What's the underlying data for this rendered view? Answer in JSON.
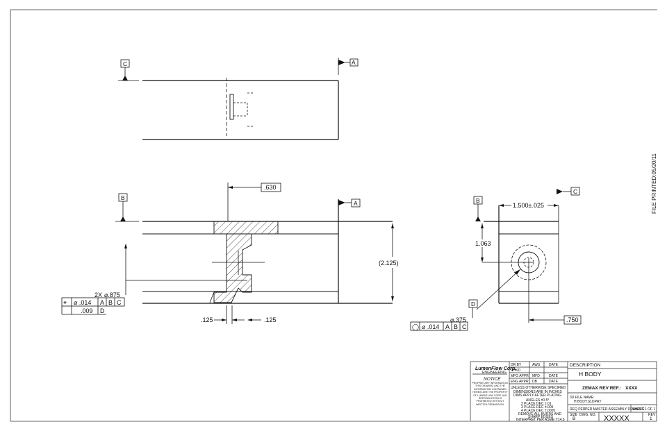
{
  "datum_labels": {
    "A": "A",
    "B": "B",
    "C": "C",
    "D": "D"
  },
  "dimensions": {
    "top_offset": ".630",
    "hole_callout": "2X",
    "hole_diameter": "⌀.875",
    "overall_height": "(2.125)",
    "left_small_1": ".125",
    "left_small_2": ".125",
    "width_tol": "1.500±.025",
    "hole_offset": "1.063",
    "small_hole_dia": "⌀.375",
    "right_offset": ".750"
  },
  "fcf_left": {
    "symbol": "⌖",
    "tolerance": "⌀ .014",
    "datum1": "A",
    "datum2": "B",
    "datum3": "C",
    "second_tolerance": ".009",
    "second_datum": "D"
  },
  "fcf_right": {
    "symbol": "◯",
    "tolerance": "⌀ .014",
    "datum1": "A",
    "datum2": "B",
    "datum3": "C"
  },
  "side_stamp": "FILE PRINTED:05/20/11",
  "title_block": {
    "company": "LumenFlow Corp.",
    "company_sub": "ENGINEERING",
    "notice_heading": "NOTICE",
    "notice_text": "PROPRIETARY INFORMATION. THIS DRAWING AND THE INFORMATION CONTAINED HEREIN ARE THE PROPERTY OF LUMENFLOW CORP. ANY REPRODUCTION IS PROHIBITED WITHOUT WRITTEN PERMISSION.",
    "drawn_by_label": "DR BY",
    "drawn_by": "AWS",
    "date_label": "DATE",
    "chkd_label": "CHKD",
    "mfg_appr_label": "MFG APPR",
    "mfg_appr": "MFD",
    "eng_appr_label": "ENG APPR",
    "eng_appr": "DB",
    "unless_heading": "UNLESS OTHERWISE SPECIFIED",
    "unless_line1": "DIMENSIONS ARE IN INCHES",
    "unless_line2": "DIMS APPLY AFTER PLATING",
    "angles": "ANGLES ±0.5°",
    "tol_2place": "2 PLACE DEC ±.01",
    "tol_3place": "3 PLACE DEC ±.005",
    "tol_4place": "4 PLACE DEC ±.0005",
    "break_edges": "REMOVE ALL BURRS AND",
    "break_edges2": "SHARP EDGES",
    "interpret": "INTERPRET PER ASME Y14.5",
    "description_label": "DESCRIPTION",
    "description": "H BODY",
    "zemax_label": "ZEMAX REV REF.:",
    "zemax_value": "XXXX",
    "file_label": "3D FILE NAME:",
    "file_name": "H BODY.SLDPRT",
    "req_label": "REQ PER",
    "req_note": "PER MASTER ASSEMBLY DRAWING",
    "sheet_label": "SHEET 1 OF 1",
    "size_label": "SIZE",
    "size": "B",
    "dwg_label": "DWG. NO.",
    "dwg_no": "XXXXX",
    "rev_label": "REV",
    "rev": "1"
  }
}
